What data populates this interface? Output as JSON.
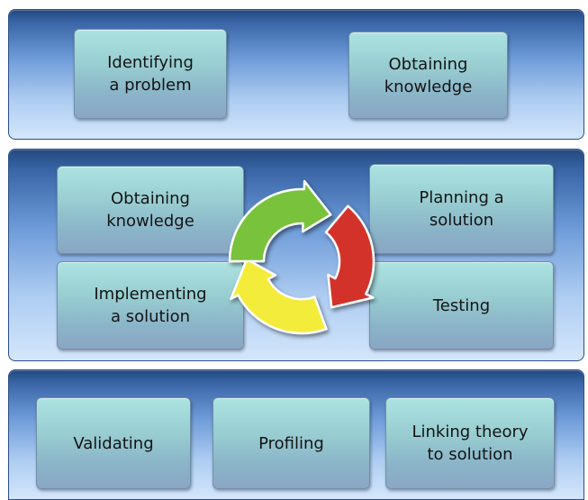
{
  "rows": {
    "top": [
      {
        "label": "Identifying\na problem"
      },
      {
        "label": "Obtaining\nknowledge"
      }
    ],
    "middle": [
      {
        "label": "Obtaining\nknowledge"
      },
      {
        "label": "Planning a\nsolution"
      },
      {
        "label": "Implementing\na solution"
      },
      {
        "label": "Testing"
      }
    ],
    "bottom": [
      {
        "label": "Validating"
      },
      {
        "label": "Profiling"
      },
      {
        "label": "Linking theory\nto solution"
      }
    ]
  },
  "cycle": {
    "colors": {
      "green": "#79c23b",
      "red": "#d3312a",
      "yellow": "#f4ec3a",
      "outline": "#ffffff"
    }
  }
}
